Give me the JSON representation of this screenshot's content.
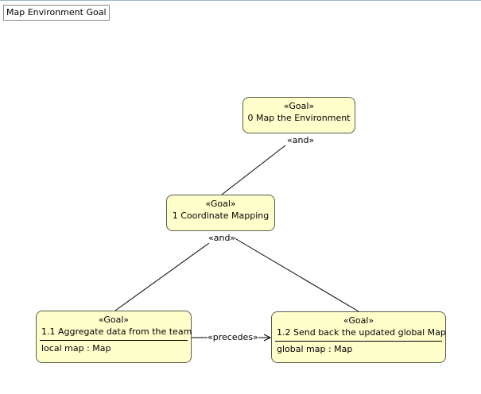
{
  "diagram": {
    "title": "Map Environment Goal"
  },
  "goals": {
    "g0": {
      "stereotype": "«Goal»",
      "name": "0  Map the Environment"
    },
    "g1": {
      "stereotype": "«Goal»",
      "name": "1  Coordinate Mapping"
    },
    "g11": {
      "stereotype": "«Goal»",
      "name": "1.1  Aggregate data from the team",
      "parameter": "local map : Map"
    },
    "g12": {
      "stereotype": "«Goal»",
      "name": "1.2  Send back the updated global Map",
      "parameter": "global map : Map"
    }
  },
  "relations": {
    "and_top": "«and»",
    "and_mid": "«and»",
    "precedes": "«precedes»"
  },
  "colors": {
    "goal_fill": "#ffffcc",
    "goal_border": "#5c5c4a",
    "edge": "#000000"
  }
}
